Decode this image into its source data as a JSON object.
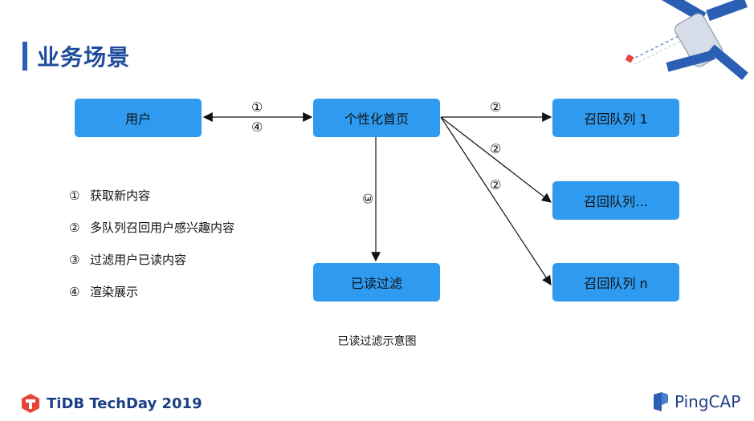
{
  "slide": {
    "title": "业务场景",
    "caption": "已读过滤示意图"
  },
  "nodes": {
    "user": "用户",
    "home": "个性化首页",
    "recall1": "召回队列 1",
    "recall2": "召回队列…",
    "recalln": "召回队列 n",
    "filter": "已读过滤"
  },
  "edge_labels": {
    "e1": "①",
    "e4": "④",
    "e2a": "②",
    "e2b": "②",
    "e2c": "②",
    "e3": "③"
  },
  "legend": [
    {
      "num": "①",
      "text": "获取新内容"
    },
    {
      "num": "②",
      "text": "多队列召回用户感兴趣内容"
    },
    {
      "num": "③",
      "text": "过滤用户已读内容"
    },
    {
      "num": "④",
      "text": "渲染展示"
    }
  ],
  "footer": {
    "left_brand": "TiDB TechDay 2019",
    "right_brand": "PingCAP"
  },
  "colors": {
    "accent": "#2b5fb4",
    "box": "#2e9bf0",
    "brand": "#1c3f86"
  }
}
